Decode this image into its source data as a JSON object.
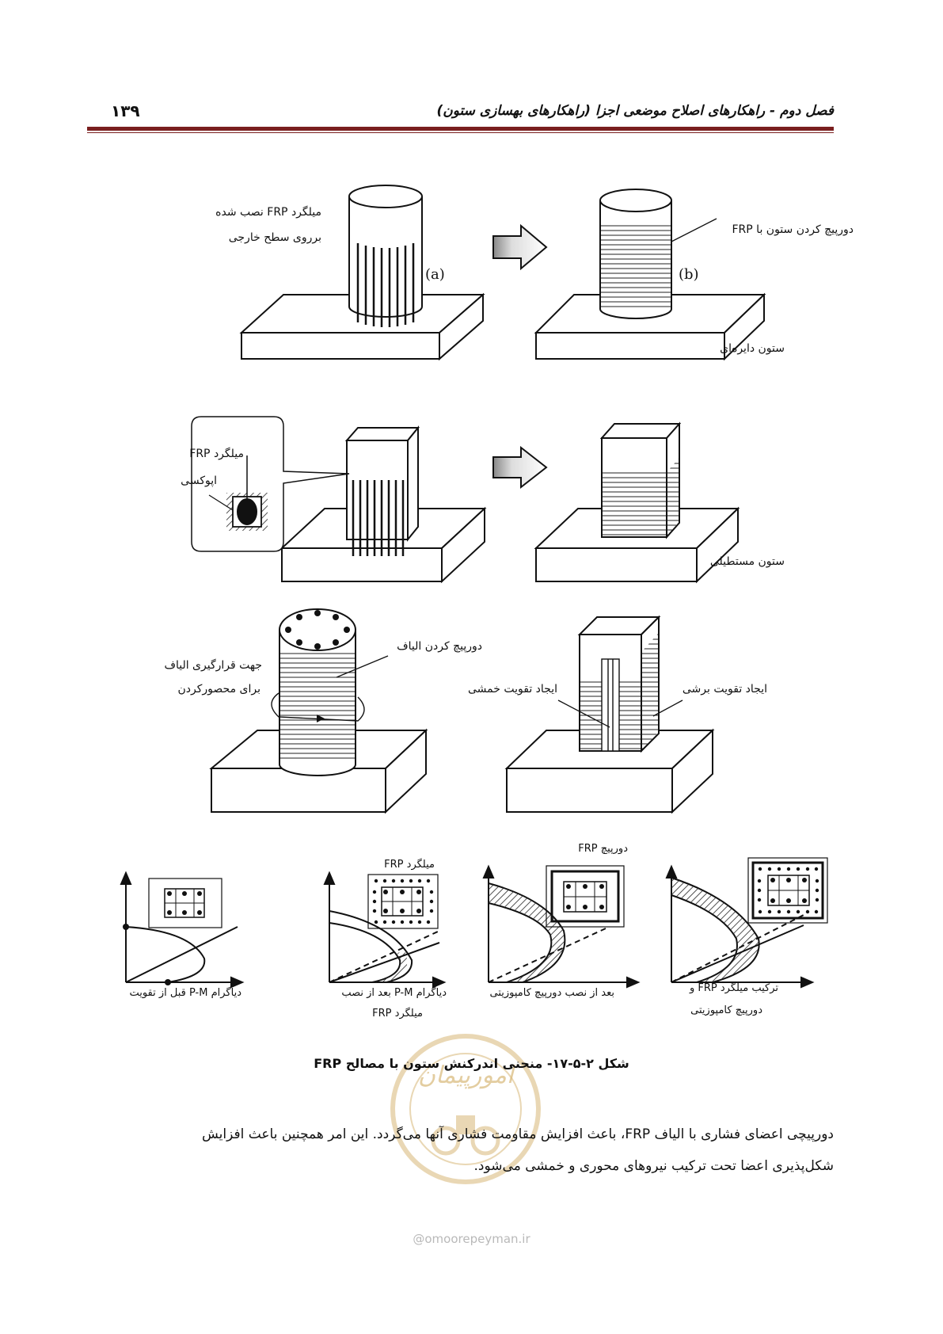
{
  "header": {
    "title": "فصل دوم - راهکارهای اصلاح موضعی اجزا (راهکارهای بهسازی ستون)",
    "page_number": "۱۳۹"
  },
  "figure": {
    "row1": {
      "left_label_1": "میلگرد  FRP نصب شده",
      "left_label_2": "برروی سطح خارجی",
      "tag_a": "(a)",
      "tag_b": "(b)",
      "wrap_label": "دورپیچ کردن ستون با FRP",
      "circular_label": "ستون دایره‌ای"
    },
    "row2": {
      "bar_label": "میلگرد  FRP",
      "epoxy_label": "اپوکسی",
      "rect_label": "ستون مستطیلی"
    },
    "row3": {
      "fiber_wrap": "دورپیچ کردن الیاف",
      "direction_1": "جهت قرارگیری الیاف",
      "direction_2": "برای محصورکردن",
      "flexural": "ایجاد تقویت خمشی",
      "shear": "ایجاد تقویت برشی"
    },
    "row4": {
      "top_bar": "میلگرد FRP",
      "top_wrap": "دورپیچ FRP",
      "cap1": "دیاگرام P-M قبل از تقویت",
      "cap2_1": "دیاگرام P-M بعد از نصب",
      "cap2_2": "میلگرد FRP",
      "cap3": "بعد از نصب دورپیچ کامپوزیتی",
      "cap4_1": "ترکیب میلگرد FRP و",
      "cap4_2": "دورپیچ کامپوزیتی"
    }
  },
  "caption": "شکل ۲-۵-۱۷- منحنی اندرکنش ستون با مصالح FRP",
  "paragraph": {
    "line1": "دورپیچی اعضای فشاری با الیاف FRP، باعث افزایش مقاومت فشاری آنها می‌گردد. این امر همچنین باعث افزایش",
    "line2": "شکل‌پذیری اعضا تحت ترکیب نیروهای محوری و خمشی می‌شود."
  },
  "watermark": {
    "text": "امورپیمان",
    "url": "@omoorepeyman.ir"
  },
  "colors": {
    "rule": "#7a1f1f",
    "watermark": "#d8b878"
  }
}
